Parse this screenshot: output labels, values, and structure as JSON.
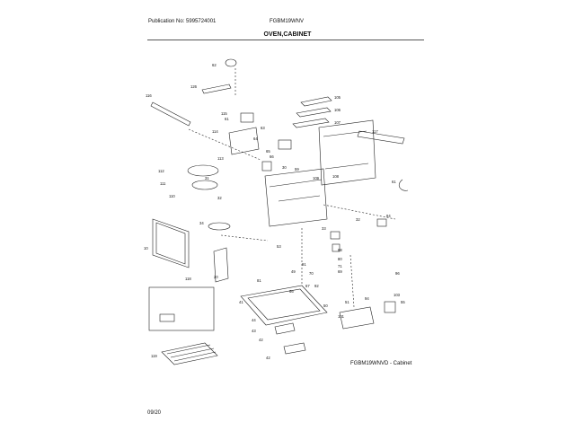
{
  "header": {
    "publication": "Publication No: 5995724001",
    "model": "FGBM19WNV"
  },
  "section_title": "OVEN,CABINET",
  "caption": "FGBM19WNVD - Cabinet",
  "footer_date": "09/20",
  "callouts": [
    "62",
    "126",
    "116",
    "105",
    "115",
    "106",
    "107",
    "61",
    "114",
    "63",
    "64",
    "117",
    "65",
    "66",
    "112",
    "113",
    "30",
    "59",
    "111",
    "108",
    "109",
    "110",
    "31",
    "61",
    "32",
    "34",
    "10",
    "32",
    "84",
    "33",
    "53",
    "91",
    "88",
    "80",
    "71",
    "69",
    "70",
    "81",
    "67",
    "92",
    "96",
    "20",
    "66",
    "118",
    "49",
    "103",
    "41",
    "51",
    "94",
    "55",
    "44",
    "50",
    "101",
    "43",
    "42",
    "42",
    "119"
  ]
}
